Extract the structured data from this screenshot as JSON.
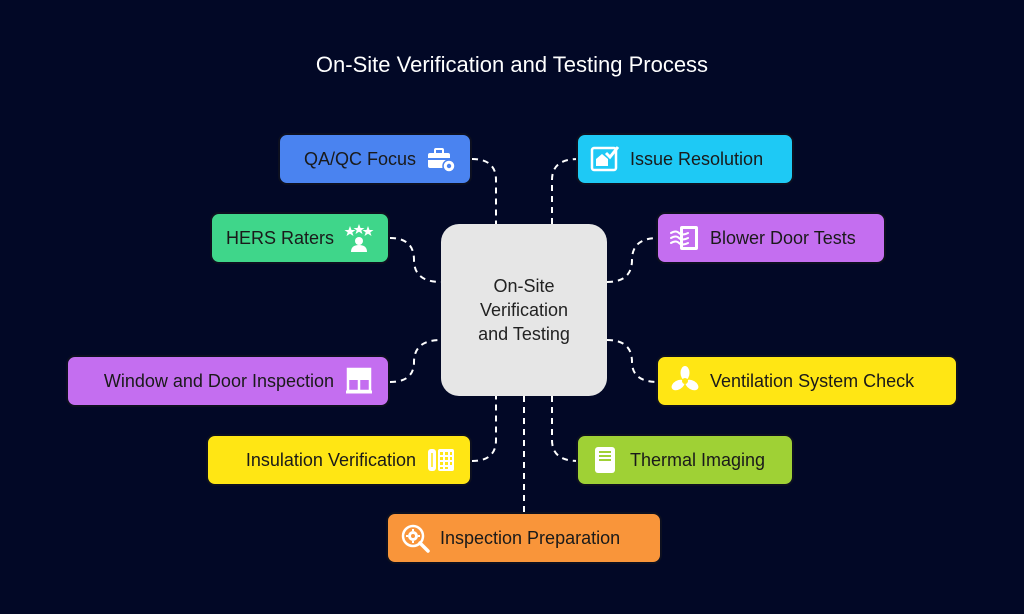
{
  "title": "On-Site Verification and Testing Process",
  "center": "On-Site Verification and Testing",
  "nodes": {
    "qa_qc_focus": {
      "label": "QA/QC Focus",
      "color": "#4a83f0",
      "icon": "briefcase-gear-icon"
    },
    "hers_raters": {
      "label": "HERS Raters",
      "color": "#3fd68a",
      "icon": "rated-person-icon"
    },
    "window_door": {
      "label": "Window and Door Inspection",
      "color": "#c46ef0",
      "icon": "window-icon"
    },
    "insulation": {
      "label": "Insulation Verification",
      "color": "#ffe614",
      "icon": "insulation-panel-icon"
    },
    "inspection_prep": {
      "label": "Inspection Preparation",
      "color": "#f9953a",
      "icon": "magnifier-gear-icon"
    },
    "issue_resolution": {
      "label": "Issue Resolution",
      "color": "#1ec9f5",
      "icon": "house-check-icon"
    },
    "blower_door": {
      "label": "Blower Door Tests",
      "color": "#c46ef0",
      "icon": "airflow-door-icon"
    },
    "ventilation": {
      "label": "Ventilation System Check",
      "color": "#ffe614",
      "icon": "fan-icon"
    },
    "thermal_imaging": {
      "label": "Thermal Imaging",
      "color": "#9fd135",
      "icon": "thermal-camera-icon"
    }
  }
}
